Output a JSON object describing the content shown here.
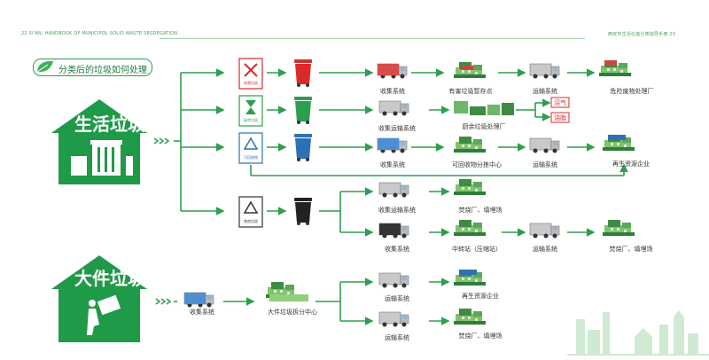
{
  "header": {
    "left": "22  XI'AN: HANDBOOK OF MUNICIPOL SOLID WASTE SEGREGATION",
    "right": "西安市生活垃圾分类指导手册  23"
  },
  "banner_title": "分类后的垃圾如何处理",
  "houses": {
    "domestic": "生活垃圾",
    "bulky": "大件垃圾"
  },
  "signs": {
    "hazardous": "有害垃圾",
    "kitchen": "厨余垃圾",
    "recyclable": "可回收物",
    "other": "其他垃圾"
  },
  "labels": {
    "collect_1": "收集系统",
    "hazard_temp": "有害垃圾暂存点",
    "transport_1": "运输系统",
    "hazard_plant": "危险废物处理厂",
    "collect_transport_1": "收集运输系统",
    "kitchen_plant": "厨余垃圾处理厂",
    "biogas": "沼气",
    "oil": "油脂",
    "collect_2": "收集系统",
    "recycle_center": "可回收物分拣中心",
    "transport_2": "运输系统",
    "renew_1": "再生资源企业",
    "collect_transport_2": "收集运输系统",
    "burn_1": "焚烧厂、填埋场",
    "collect_3": "收集系统",
    "transfer": "中转站（压缩站）",
    "transport_3": "运输系统",
    "burn_2": "焚烧厂、填埋场",
    "collect_4": "收集系统",
    "bulky_center": "大件垃圾拆分中心",
    "transport_4": "运输系统",
    "renew_2": "再生资源企业",
    "transport_5": "运输系统",
    "burn_3": "焚烧厂、填埋场"
  },
  "colors": {
    "green": "#2e9e4f",
    "red": "#d92b2b",
    "blue": "#2f6fb6",
    "dark": "#222222"
  }
}
